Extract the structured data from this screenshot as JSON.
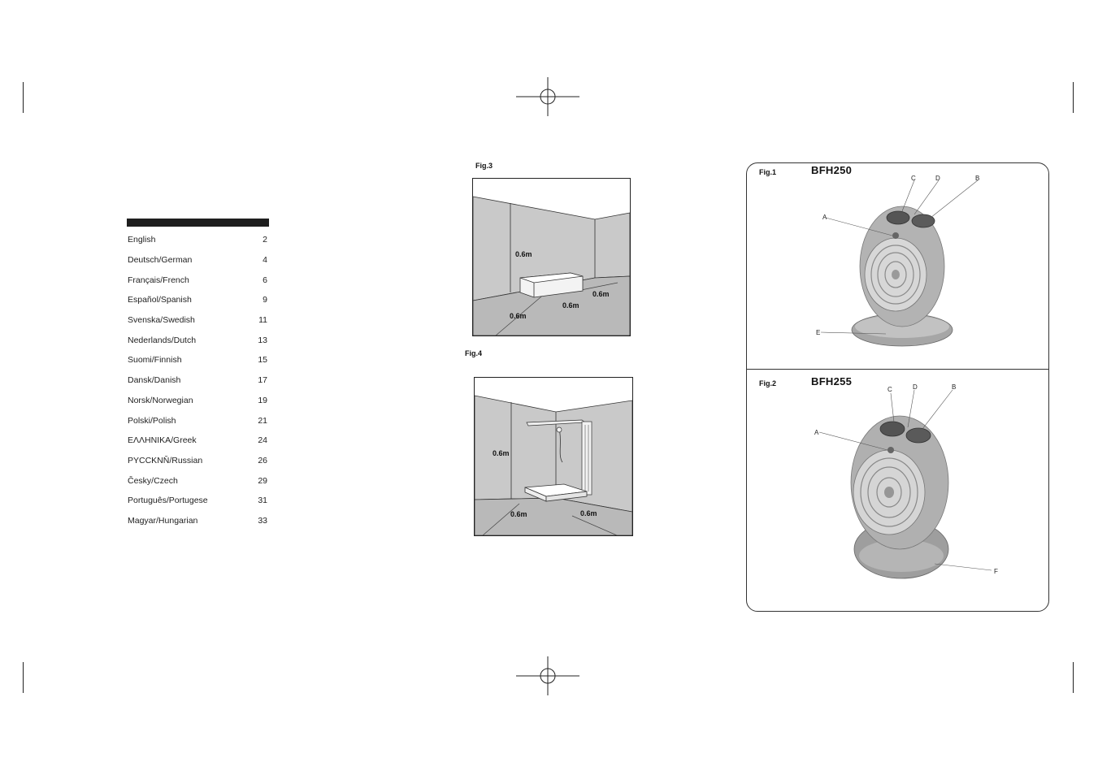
{
  "toc": {
    "items": [
      {
        "language": "English",
        "page": "2"
      },
      {
        "language": "Deutsch/German",
        "page": "4"
      },
      {
        "language": "Français/French",
        "page": "6"
      },
      {
        "language": "Español/Spanish",
        "page": "9"
      },
      {
        "language": "Svenska/Swedish",
        "page": "11"
      },
      {
        "language": "Nederlands/Dutch",
        "page": "13"
      },
      {
        "language": "Suomi/Finnish",
        "page": "15"
      },
      {
        "language": "Dansk/Danish",
        "page": "17"
      },
      {
        "language": "Norsk/Norwegian",
        "page": "19"
      },
      {
        "language": "Polski/Polish",
        "page": "21"
      },
      {
        "language": "ΕΛΛΗΝΙΚΑ/Greek",
        "page": "24"
      },
      {
        "language": "PYCCKNŇ/Russian",
        "page": "26"
      },
      {
        "language": "Česky/Czech",
        "page": "29"
      },
      {
        "language": "Português/Portugese",
        "page": "31"
      },
      {
        "language": "Magyar/Hungarian",
        "page": "33"
      }
    ]
  },
  "fig3": {
    "label": "Fig.3",
    "distances": [
      "0.6m",
      "0.6m",
      "0.6m",
      "0.6m"
    ]
  },
  "fig4": {
    "label": "Fig.4",
    "distances": [
      "0.6m",
      "0.6m",
      "0.6m"
    ]
  },
  "fig1": {
    "label": "Fig.1",
    "model": "BFH250",
    "callouts": [
      "C",
      "D",
      "B",
      "A",
      "E"
    ]
  },
  "fig2": {
    "label": "Fig.2",
    "model": "BFH255",
    "callouts": [
      "C",
      "D",
      "B",
      "A",
      "F"
    ]
  },
  "colors": {
    "ink": "#1a1a1a",
    "wall_gray": "#c8c8c8",
    "heater_gray": "#a9a9a9"
  }
}
